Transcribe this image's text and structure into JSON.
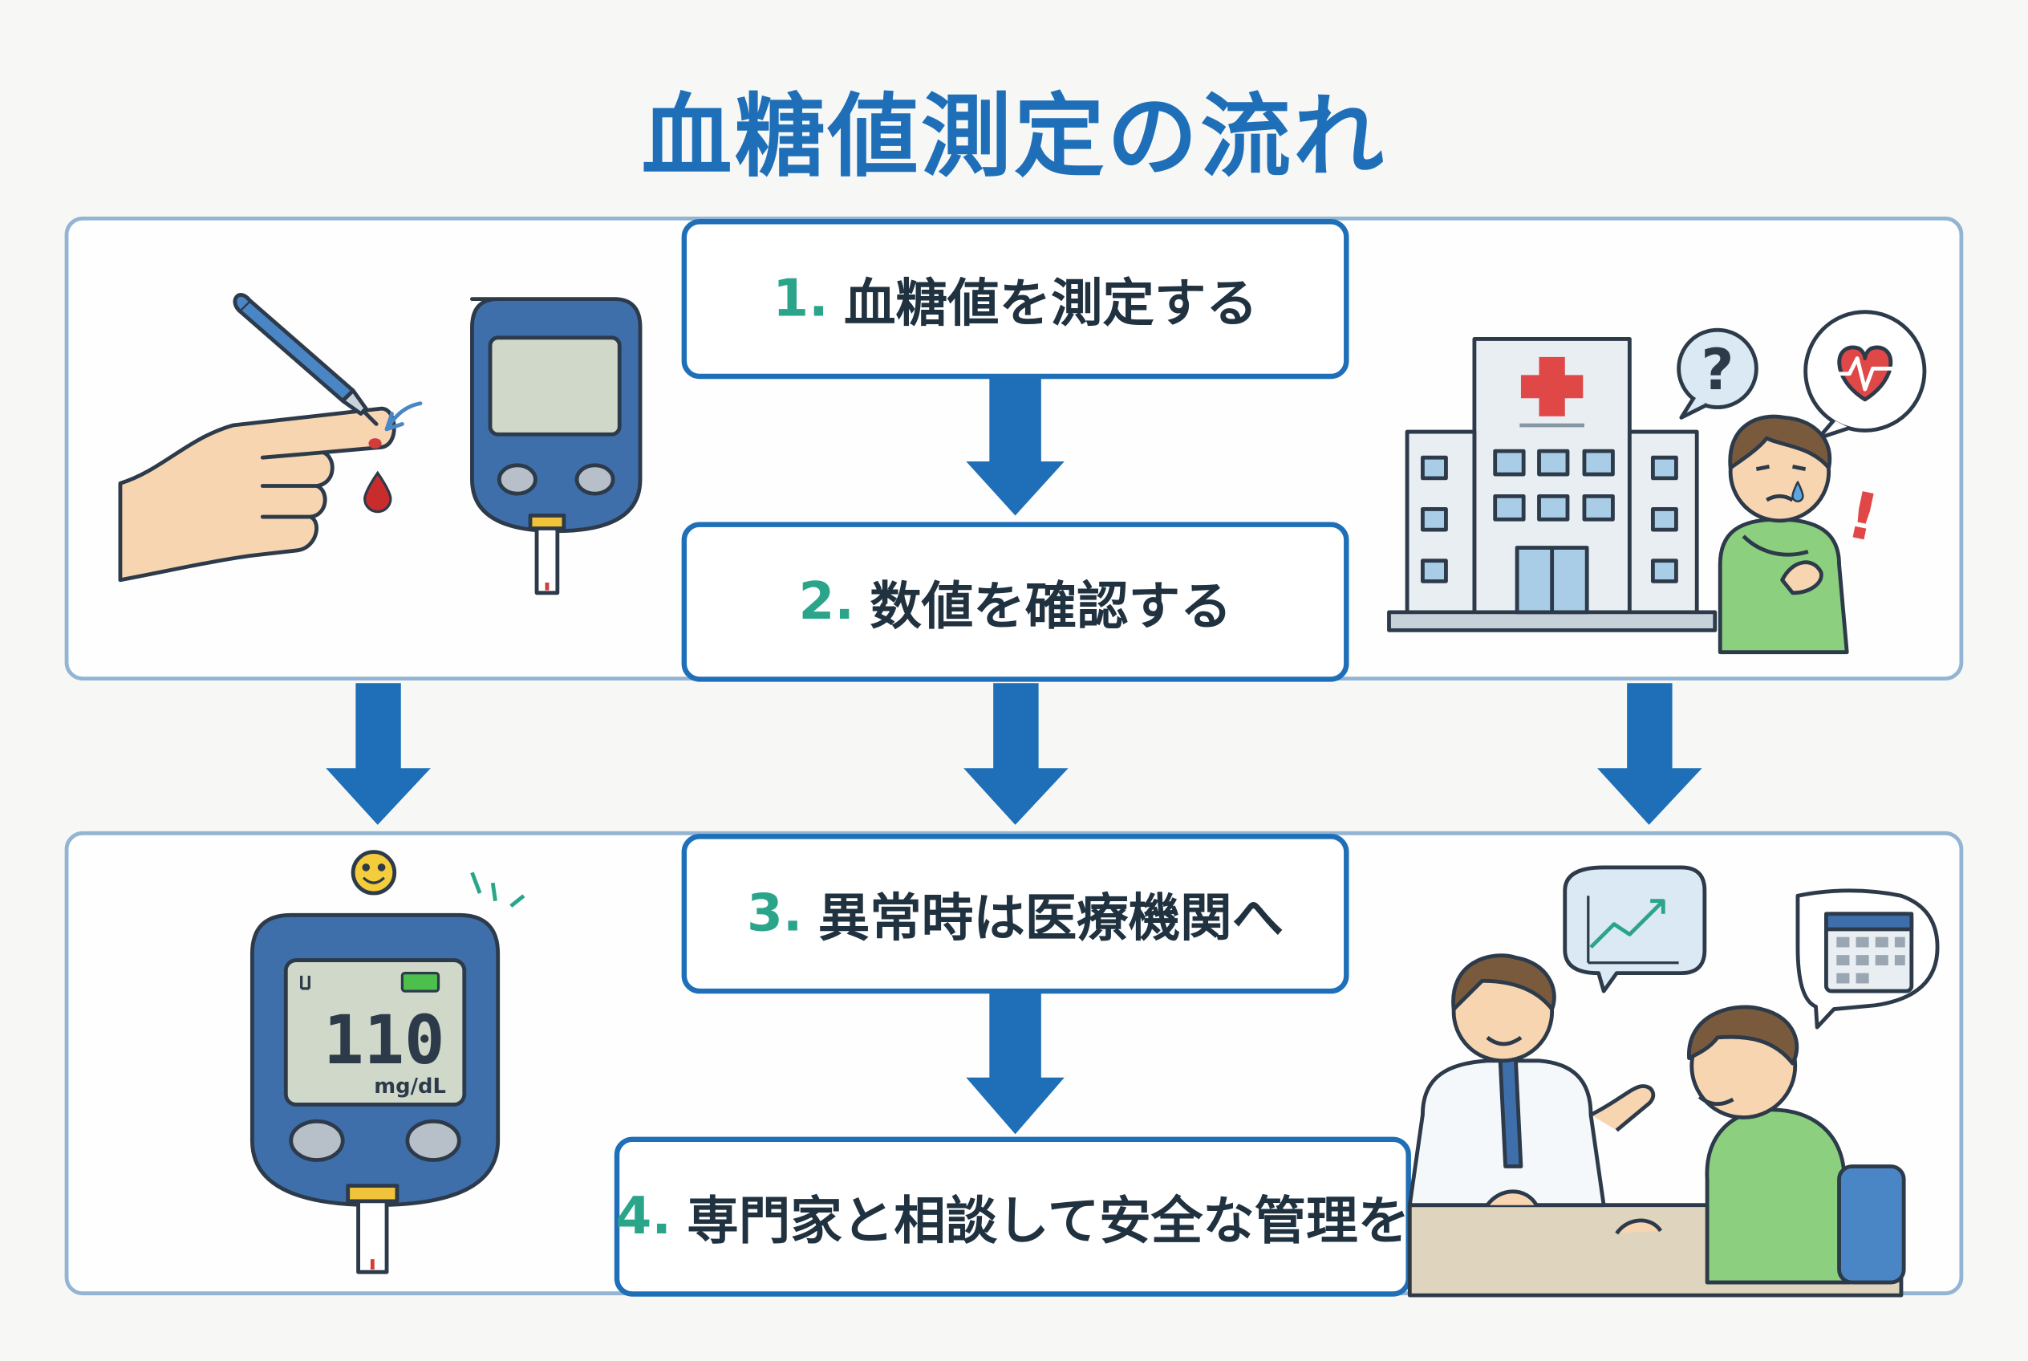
{
  "title": "血糖値測定の流れ",
  "steps": [
    {
      "number": "1.",
      "label": "血糖値を測定する"
    },
    {
      "number": "2.",
      "label": "数値を確認する"
    },
    {
      "number": "3.",
      "label": "異常時は医療機関へ"
    },
    {
      "number": "4.",
      "label": "専門家と相談して安全な管理を"
    }
  ],
  "meter": {
    "reading": "110",
    "unit": "mg/dL"
  },
  "icons": {
    "question": "?",
    "exclamation": "!"
  },
  "colors": {
    "accent": "#1f6fb8",
    "step_number": "#2aa58a",
    "panel_border": "#93b4d2",
    "hospital_cross": "#e04848"
  }
}
